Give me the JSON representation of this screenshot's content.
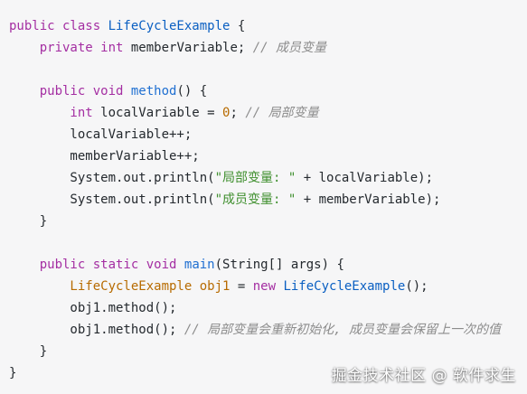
{
  "code": {
    "lines": [
      [
        {
          "t": "public class ",
          "c": "kw"
        },
        {
          "t": "LifeCycleExample",
          "c": "cls"
        },
        {
          "t": " {",
          "c": "plain"
        }
      ],
      [
        {
          "t": "    private ",
          "c": "kw"
        },
        {
          "t": "int ",
          "c": "kw"
        },
        {
          "t": "memberVariable; ",
          "c": "plain"
        },
        {
          "t": "// 成员变量",
          "c": "cm"
        }
      ],
      [],
      [
        {
          "t": "    public ",
          "c": "kw"
        },
        {
          "t": "void ",
          "c": "kw"
        },
        {
          "t": "method",
          "c": "fn"
        },
        {
          "t": "() {",
          "c": "plain"
        }
      ],
      [
        {
          "t": "        int ",
          "c": "kw"
        },
        {
          "t": "localVariable ",
          "c": "plain"
        },
        {
          "t": "= ",
          "c": "plain"
        },
        {
          "t": "0",
          "c": "num"
        },
        {
          "t": "; ",
          "c": "plain"
        },
        {
          "t": "// 局部变量",
          "c": "cm"
        }
      ],
      [
        {
          "t": "        localVariable++;",
          "c": "plain"
        }
      ],
      [
        {
          "t": "        memberVariable++;",
          "c": "plain"
        }
      ],
      [
        {
          "t": "        System.out.println(",
          "c": "plain"
        },
        {
          "t": "\"局部变量: \"",
          "c": "str"
        },
        {
          "t": " + localVariable);",
          "c": "plain"
        }
      ],
      [
        {
          "t": "        System.out.println(",
          "c": "plain"
        },
        {
          "t": "\"成员变量: \"",
          "c": "str"
        },
        {
          "t": " + memberVariable);",
          "c": "plain"
        }
      ],
      [
        {
          "t": "    }",
          "c": "plain"
        }
      ],
      [],
      [
        {
          "t": "    public ",
          "c": "kw"
        },
        {
          "t": "static ",
          "c": "kw"
        },
        {
          "t": "void ",
          "c": "kw"
        },
        {
          "t": "main",
          "c": "fn"
        },
        {
          "t": "(String[] args) {",
          "c": "plain"
        }
      ],
      [
        {
          "t": "        LifeCycleExample ",
          "c": "num"
        },
        {
          "t": "obj1",
          "c": "num"
        },
        {
          "t": " = ",
          "c": "plain"
        },
        {
          "t": "new ",
          "c": "kw"
        },
        {
          "t": "LifeCycleExample",
          "c": "cls"
        },
        {
          "t": "();",
          "c": "plain"
        }
      ],
      [
        {
          "t": "        obj1.method();",
          "c": "plain"
        }
      ],
      [
        {
          "t": "        obj1.method(); ",
          "c": "plain"
        },
        {
          "t": "// 局部变量会重新初始化, 成员变量会保留上一次的值",
          "c": "cm"
        }
      ],
      [
        {
          "t": "    }",
          "c": "plain"
        }
      ],
      [
        {
          "t": "}",
          "c": "plain"
        }
      ]
    ]
  },
  "watermark": {
    "text": "掘金技术社区 @ 软件求生"
  }
}
